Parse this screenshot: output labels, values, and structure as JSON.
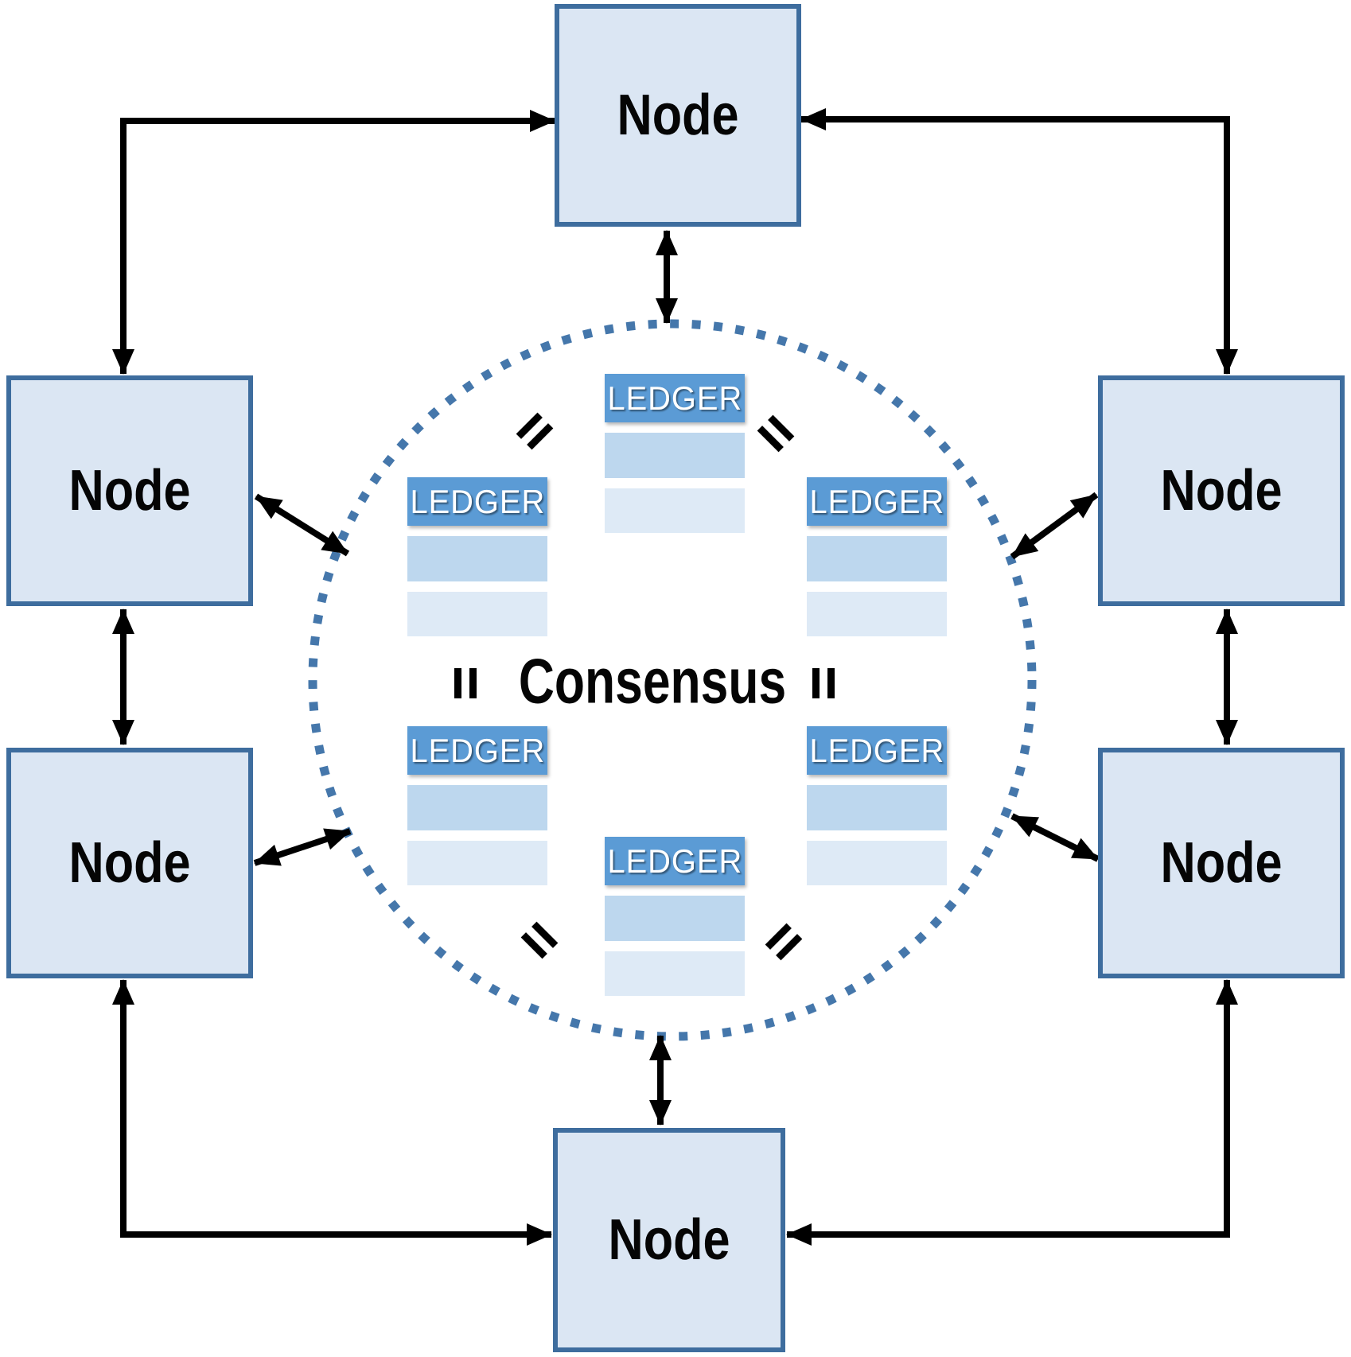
{
  "center_label": "Consensus",
  "equals_symbol": "=",
  "nodes": [
    {
      "id": "top",
      "label": "Node"
    },
    {
      "id": "left-upper",
      "label": "Node"
    },
    {
      "id": "right-upper",
      "label": "Node"
    },
    {
      "id": "left-lower",
      "label": "Node"
    },
    {
      "id": "right-lower",
      "label": "Node"
    },
    {
      "id": "bottom",
      "label": "Node"
    }
  ],
  "ledgers": [
    {
      "id": "top",
      "label": "LEDGER"
    },
    {
      "id": "upper-left",
      "label": "LEDGER"
    },
    {
      "id": "upper-right",
      "label": "LEDGER"
    },
    {
      "id": "lower-left",
      "label": "LEDGER"
    },
    {
      "id": "lower-right",
      "label": "LEDGER"
    },
    {
      "id": "bottom",
      "label": "LEDGER"
    }
  ],
  "colors": {
    "node_fill": "#dbe6f3",
    "node_border": "#3e6d9e",
    "ledger_header": "#5b9bd5",
    "ledger_row_mid": "#bdd7ee",
    "ledger_row_light": "#deeaf6",
    "circle_dots": "#4577ab",
    "arrow": "#000000",
    "ledger_text": "#ffffff",
    "label_text": "#050505"
  }
}
